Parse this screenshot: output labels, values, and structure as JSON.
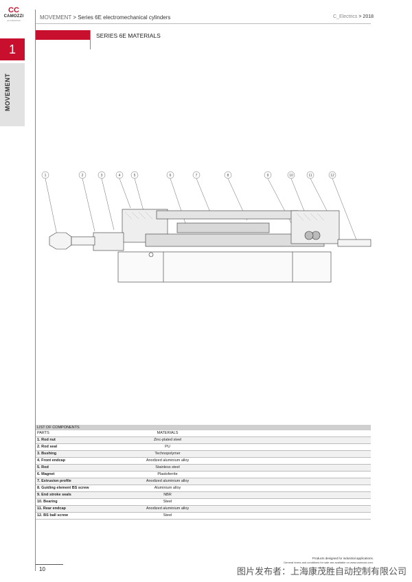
{
  "brand": {
    "mark": "CC",
    "name": "CAMOZZI",
    "sub": "AUTOMATION"
  },
  "sidebar": {
    "chapter_number": "1",
    "chapter_label": "MOVEMENT"
  },
  "header": {
    "category": "MOVEMENT",
    "separator": ">",
    "title": "Series 6E electromechanical cylinders",
    "right_category": "C_Electrics",
    "right_year": "2018"
  },
  "section_title": "SERIES 6E MATERIALS",
  "callouts": [
    "1",
    "2",
    "3",
    "4",
    "5",
    "6",
    "7",
    "8",
    "9",
    "10",
    "11",
    "12"
  ],
  "table": {
    "caption": "LIST OF COMPONENTS",
    "headers": {
      "parts": "PARTS",
      "materials": "MATERIALS"
    },
    "rows": [
      {
        "part": "1. Rod nut",
        "material": "Zinc-plated steel"
      },
      {
        "part": "2. Rod seal",
        "material": "PU"
      },
      {
        "part": "3. Bushing",
        "material": "Technopolymer"
      },
      {
        "part": "4. Front endcap",
        "material": "Anodized aluminium alloy"
      },
      {
        "part": "5. Rod",
        "material": "Stainless steel"
      },
      {
        "part": "6. Magnet",
        "material": "Plastoferrite"
      },
      {
        "part": "7. Extrusion profile",
        "material": "Anodized aluminium alloy"
      },
      {
        "part": "8. Guiding element BS screw",
        "material": "Aluminium alloy"
      },
      {
        "part": "9. End stroke seals",
        "material": "NBR"
      },
      {
        "part": "10. Bearing",
        "material": "Steel"
      },
      {
        "part": "11. Rear endcap",
        "material": "Anodized aluminium alloy"
      },
      {
        "part": "12. BS ball screw",
        "material": "Steel"
      }
    ]
  },
  "footer": {
    "line1": "Products designed for industrial applications.",
    "line2": "General terms and conditions for sale are available on www.camozzi.com.",
    "page_number": "10"
  },
  "watermark": "图片发布者：上海康茂胜自动控制有限公司"
}
